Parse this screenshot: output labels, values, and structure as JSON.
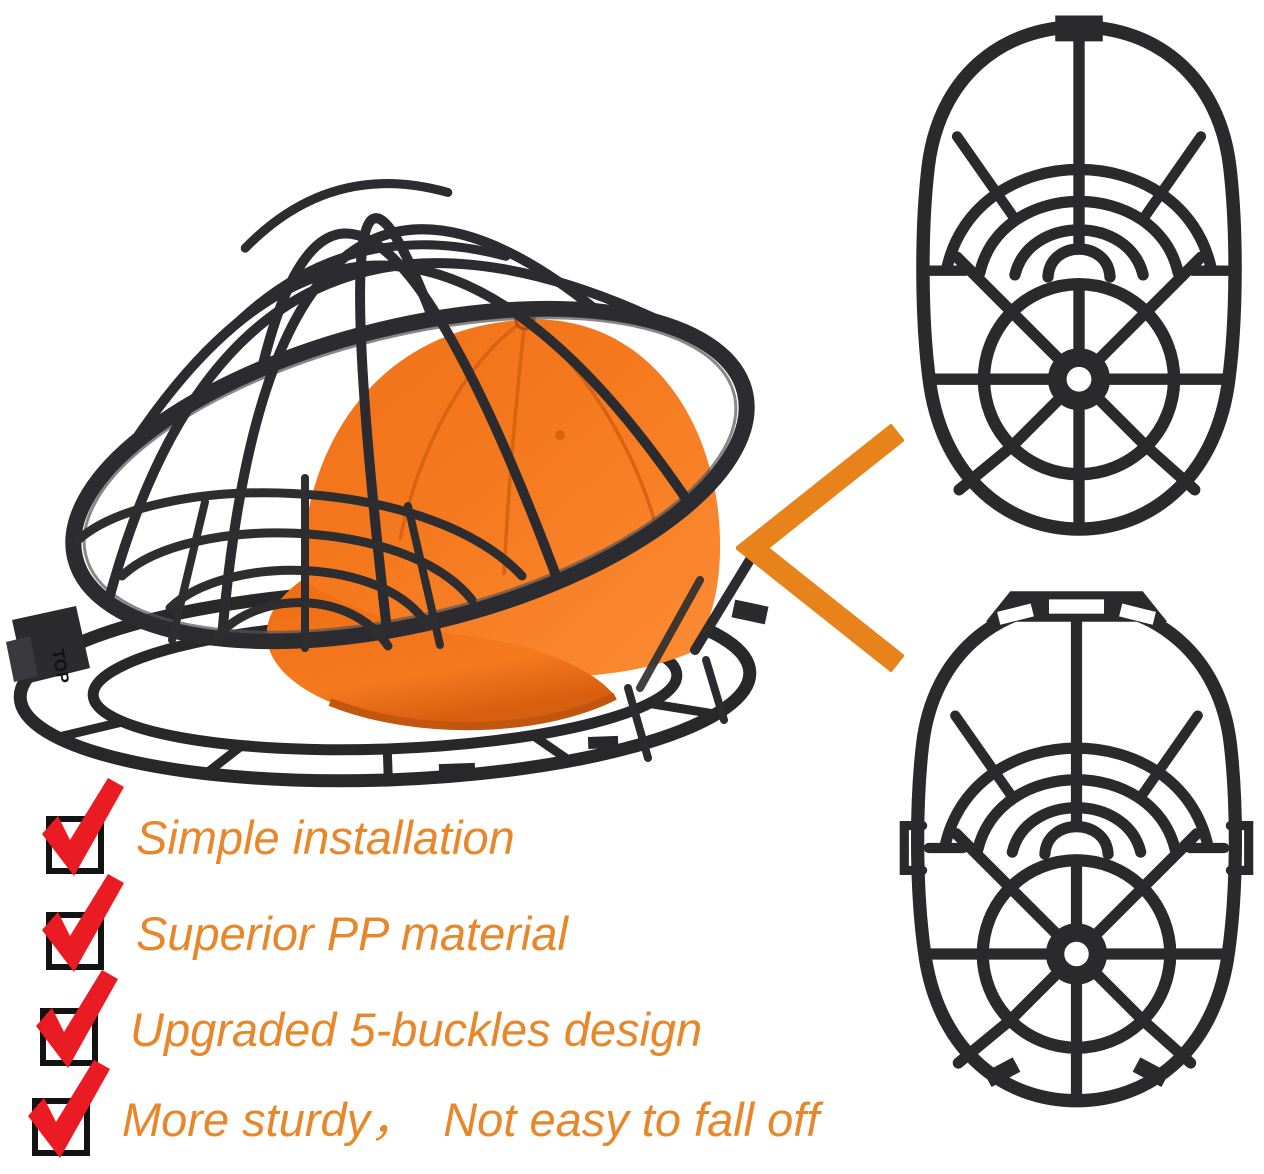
{
  "colors": {
    "background": "#ffffff",
    "cage_dark": "#2c2c30",
    "cage_mid": "#3a3a3e",
    "cap_orange": "#f5791f",
    "cap_orange_dark": "#d95f10",
    "cap_orange_light": "#ff9340",
    "text_orange": "#e8862a",
    "chevron_orange": "#e8831c",
    "check_red": "#ea1b22",
    "checkbox_black": "#131313"
  },
  "photo": {
    "embossed_label": "TOP"
  },
  "chevron": {
    "direction": "left"
  },
  "features": [
    {
      "label": "Simple installation"
    },
    {
      "label": "Superior PP material"
    },
    {
      "label": "Upgraded 5-buckles design"
    },
    {
      "label": "More sturdy，  Not easy to fall off"
    }
  ]
}
